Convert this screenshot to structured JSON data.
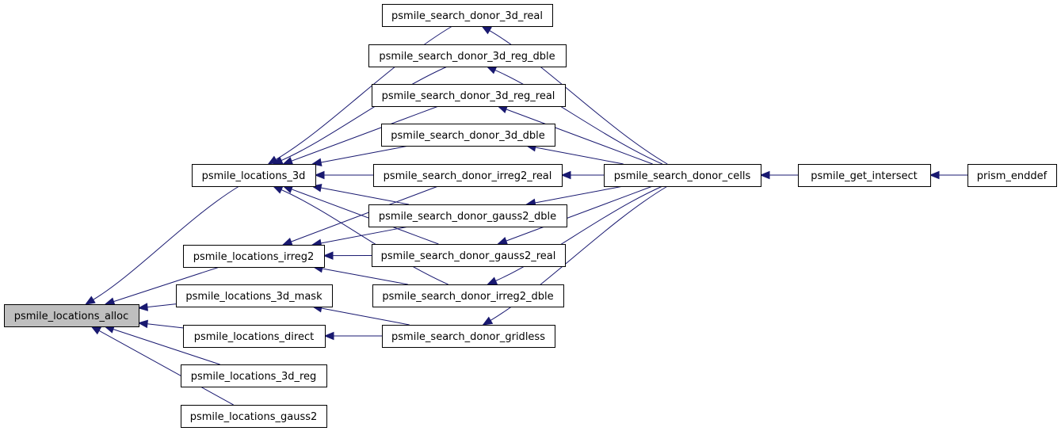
{
  "graph": {
    "nodes": {
      "alloc": "psmile_locations_alloc",
      "loc3d": "psmile_locations_3d",
      "irreg2": "psmile_locations_irreg2",
      "mask3d": "psmile_locations_3d_mask",
      "direct": "psmile_locations_direct",
      "reg3d": "psmile_locations_3d_reg",
      "gauss2": "psmile_locations_gauss2",
      "sd3dreal": "psmile_search_donor_3d_real",
      "sd3dregdble": "psmile_search_donor_3d_reg_dble",
      "sd3dregreal": "psmile_search_donor_3d_reg_real",
      "sd3ddble": "psmile_search_donor_3d_dble",
      "sdirreg2real": "psmile_search_donor_irreg2_real",
      "sdgauss2dble": "psmile_search_donor_gauss2_dble",
      "sdgauss2real": "psmile_search_donor_gauss2_real",
      "sdirreg2dble": "psmile_search_donor_irreg2_dble",
      "sdgridless": "psmile_search_donor_gridless",
      "cells": "psmile_search_donor_cells",
      "intersect": "psmile_get_intersect",
      "enddef": "prism_enddef"
    },
    "edges": [
      [
        "loc3d",
        "alloc"
      ],
      [
        "irreg2",
        "alloc"
      ],
      [
        "mask3d",
        "alloc"
      ],
      [
        "direct",
        "alloc"
      ],
      [
        "reg3d",
        "alloc"
      ],
      [
        "gauss2",
        "alloc"
      ],
      [
        "sd3dreal",
        "loc3d"
      ],
      [
        "sd3dregdble",
        "loc3d"
      ],
      [
        "sd3dregreal",
        "loc3d"
      ],
      [
        "sd3ddble",
        "loc3d"
      ],
      [
        "sdirreg2real",
        "loc3d"
      ],
      [
        "sdgauss2dble",
        "loc3d"
      ],
      [
        "sdgauss2real",
        "loc3d"
      ],
      [
        "sdirreg2dble",
        "loc3d"
      ],
      [
        "sdirreg2real",
        "irreg2"
      ],
      [
        "sdgauss2dble",
        "irreg2"
      ],
      [
        "sdgauss2real",
        "irreg2"
      ],
      [
        "sdirreg2dble",
        "irreg2"
      ],
      [
        "sdgridless",
        "mask3d"
      ],
      [
        "sdgridless",
        "direct"
      ],
      [
        "cells",
        "sd3dreal"
      ],
      [
        "cells",
        "sd3dregdble"
      ],
      [
        "cells",
        "sd3dregreal"
      ],
      [
        "cells",
        "sd3ddble"
      ],
      [
        "cells",
        "sdirreg2real"
      ],
      [
        "cells",
        "sdgauss2dble"
      ],
      [
        "cells",
        "sdgauss2real"
      ],
      [
        "cells",
        "sdirreg2dble"
      ],
      [
        "cells",
        "sdgridless"
      ],
      [
        "intersect",
        "cells"
      ],
      [
        "enddef",
        "intersect"
      ]
    ]
  }
}
